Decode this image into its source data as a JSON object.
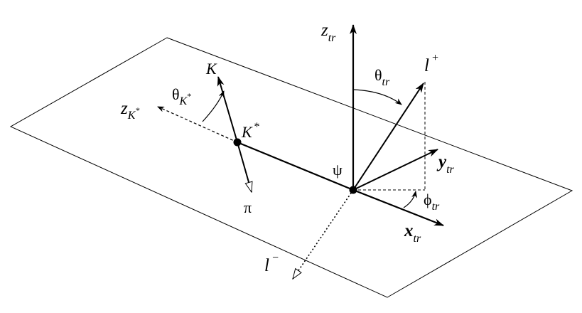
{
  "labels": {
    "z_tr_main": "z",
    "z_tr_sub": "tr",
    "l_plus_main": "l",
    "l_plus_sup": "+",
    "theta_tr_main": "θ",
    "theta_tr_sub": "tr",
    "y_tr_main": "y",
    "y_tr_sub": "tr",
    "x_tr_main": "x",
    "x_tr_sub": "tr",
    "phi_tr_main": "ϕ",
    "phi_tr_sub": "tr",
    "psi": "ψ",
    "l_minus_main": "l",
    "l_minus_sup": "−",
    "k_main": "K",
    "kstar_main": "K",
    "kstar_sup": "*",
    "pi": "π",
    "z_k_main": "z",
    "z_k_sub": "K",
    "z_k_subsup": "*",
    "theta_k_main": "θ",
    "theta_k_sub": "K",
    "theta_k_subsup": "*"
  }
}
